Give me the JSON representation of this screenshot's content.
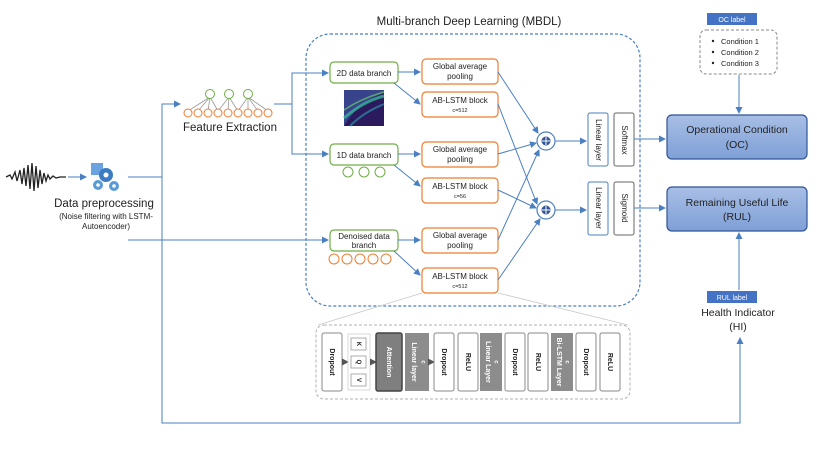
{
  "title": "Multi-branch Deep Learning (MBDL)",
  "input": {
    "preprocessing_label": "Data preprocessing",
    "preprocessing_note_1": "(Noise filtering with LSTM-",
    "preprocessing_note_2": "Autoencoder)"
  },
  "feature_extraction_label": "Feature Extraction",
  "branches": {
    "b2d": "2D data branch",
    "b1d": "1D data branch",
    "denoised_1": "Denoised data",
    "denoised_2": "branch"
  },
  "blocks": {
    "gap_1": "Global average",
    "gap_2": "pooling",
    "ab_lstm": "AB-LSTM block",
    "c512": "c=512",
    "c56": "c=56"
  },
  "heads": {
    "linear_layer": "Linear layer",
    "softmax": "Softmax",
    "sigmoid": "Sigmoid"
  },
  "outputs": {
    "oc_1": "Operational Condition",
    "oc_2": "(OC)",
    "rul_1": "Remaining Useful Life",
    "rul_2": "(RUL)"
  },
  "oc_label": {
    "tag": "OC label",
    "conditions": [
      "Condition 1",
      "Condition 2",
      "Condition 3"
    ]
  },
  "rul_label": {
    "tag": "RUL label",
    "hi_1": "Health Indicator",
    "hi_2": "(HI)"
  },
  "ab_lstm_detail": {
    "dropout": "Dropout",
    "k": "K",
    "q": "Q",
    "v": "V",
    "attention": "Attention",
    "linear_layer_c": "Linear layer",
    "linear_layer_caps": "Linear Layer",
    "relu": "ReLU",
    "bilstm": "Bi-LSTM Layer",
    "c": "c"
  },
  "colors": {
    "arrow": "#4a7fc1",
    "green": "#70ad47",
    "orange": "#ed7d31",
    "output_fill": "#8eaadb",
    "output_stroke": "#2f5597",
    "tag_fill": "#4472c4",
    "gray_block": "#8c8c8c"
  }
}
